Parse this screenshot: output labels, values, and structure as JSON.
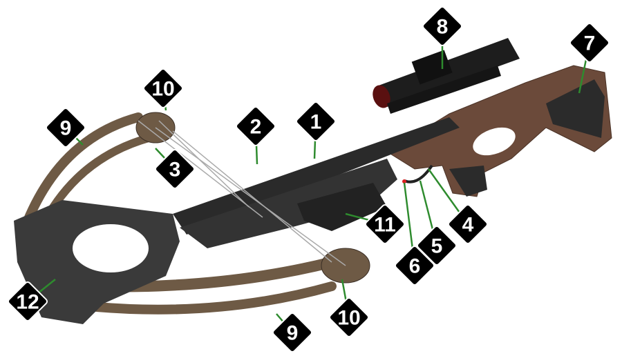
{
  "title": "Crossbow parts diagram",
  "colors": {
    "leader_line": "#2e8b2e",
    "badge": "#000000",
    "badge_text": "#ffffff",
    "stock": "#6b4a3a",
    "limb": "#6e5a45",
    "rail": "#2a2a2a"
  },
  "labels": [
    {
      "id": "1",
      "text": "1"
    },
    {
      "id": "2",
      "text": "2"
    },
    {
      "id": "3",
      "text": "3"
    },
    {
      "id": "4",
      "text": "4"
    },
    {
      "id": "5",
      "text": "5"
    },
    {
      "id": "6",
      "text": "6"
    },
    {
      "id": "7",
      "text": "7"
    },
    {
      "id": "8",
      "text": "8"
    },
    {
      "id": "9a",
      "text": "9"
    },
    {
      "id": "9b",
      "text": "9"
    },
    {
      "id": "10a",
      "text": "10"
    },
    {
      "id": "10b",
      "text": "10"
    },
    {
      "id": "11",
      "text": "11"
    },
    {
      "id": "12",
      "text": "12"
    }
  ]
}
